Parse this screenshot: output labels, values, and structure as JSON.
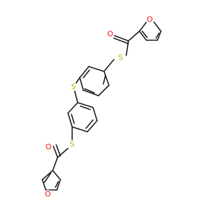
{
  "molecule": {
    "atoms": {
      "o_furan_top": "O",
      "o_carbonyl_top": "O",
      "s_thioester_top": "S",
      "s_bridge": "S",
      "s_thioester_bottom": "S",
      "o_carbonyl_bottom": "O",
      "o_furan_bottom": "O"
    },
    "colors": {
      "bond": "#1a1a1a",
      "oxygen": "#ff0d0d",
      "sulfur": "#b3b300"
    }
  }
}
